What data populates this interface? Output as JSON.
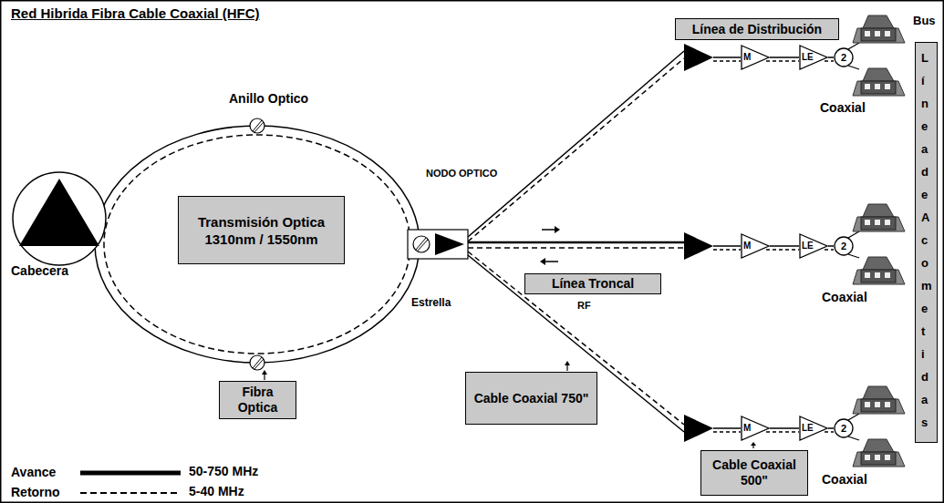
{
  "diagram": {
    "title": "Red Hibrida Fibra Cable Coaxial (HFC)",
    "nodes": [
      {
        "text": [
          "Cabecera"
        ]
      },
      {
        "text": [
          "Transmisión Optica 1310nm / 1550nm"
        ]
      },
      {
        "text": [
          "Fibra Optica"
        ]
      },
      {
        "text": [
          "Línea de Distribución"
        ]
      },
      {
        "text": [
          "Línea Troncal"
        ]
      },
      {
        "text": [
          "Cable Coaxial 750\""
        ]
      },
      {
        "text": [
          "M"
        ]
      },
      {
        "text": [
          "LE"
        ]
      },
      {
        "text": [
          "2"
        ]
      },
      {
        "text": [
          "M"
        ]
      },
      {
        "text": [
          "LE"
        ]
      },
      {
        "text": [
          "2"
        ]
      },
      {
        "text": [
          "M"
        ]
      },
      {
        "text": [
          "LE"
        ]
      },
      {
        "text": [
          "2"
        ]
      },
      {
        "text": [
          "Cable Coaxial 500\""
        ]
      },
      {
        "text": [
          "Línea de Acometidas"
        ]
      }
    ],
    "edges": [
      {
        "from": 6,
        "to": 7,
        "arrow": "none"
      },
      {
        "from": 7,
        "to": 8,
        "arrow": "none"
      },
      {
        "from": 9,
        "to": 10,
        "arrow": "none"
      },
      {
        "from": 10,
        "to": 11,
        "arrow": "none"
      },
      {
        "from": 12,
        "to": 13,
        "arrow": "none"
      },
      {
        "from": 13,
        "to": 14,
        "arrow": "none"
      }
    ],
    "labels": [
      "Anillo Optico",
      "NODO OPTICO",
      "Estrella",
      "RF",
      "Coaxial",
      "Coaxial",
      "Coaxial",
      "Bus",
      "50-750 MHz",
      "5-40 MHz"
    ],
    "legend": [
      {
        "text": "Avance"
      },
      {
        "text": "Retorno"
      }
    ]
  }
}
